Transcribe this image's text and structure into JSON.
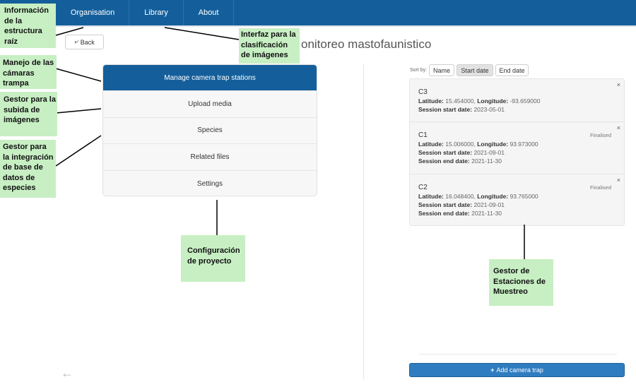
{
  "nav": {
    "items": [
      {
        "label": "Organisation"
      },
      {
        "label": "Library"
      },
      {
        "label": "About"
      }
    ]
  },
  "back_button": {
    "label": "Back"
  },
  "page_title": "onitoreo mastofaunistico",
  "menu": {
    "items": [
      {
        "label": "Manage camera trap stations",
        "active": true
      },
      {
        "label": "Upload media"
      },
      {
        "label": "Species"
      },
      {
        "label": "Related files"
      },
      {
        "label": "Settings"
      }
    ]
  },
  "sort": {
    "label": "Sort by:",
    "options": [
      {
        "label": "Name"
      },
      {
        "label": "Start date",
        "selected": true
      },
      {
        "label": "End date"
      }
    ]
  },
  "stations": [
    {
      "id": "C3",
      "latitude": "15.454000",
      "longitude": "-93.659000",
      "start": "2023-05-01",
      "end": null,
      "status": ""
    },
    {
      "id": "C1",
      "latitude": "15.006000",
      "longitude": "93.973000",
      "start": "2021-09-01",
      "end": "2021-11-30",
      "status": "Finalised"
    },
    {
      "id": "C2",
      "latitude": "16.048400",
      "longitude": "93.765000",
      "start": "2021-09-01",
      "end": "2021-11-30",
      "status": "Finalised"
    }
  ],
  "station_labels": {
    "latitude": "Latitude:",
    "longitude": "Longitude:",
    "start": "Session start date:",
    "end": "Session end date:",
    "close": "×"
  },
  "add_camera_trap": {
    "label": "Add camera trap"
  },
  "annotations": [
    {
      "text": "Información de la estructura raíz"
    },
    {
      "text": "Manejo de las cámaras trampa"
    },
    {
      "text": "Gestor para la subida de imágenes"
    },
    {
      "text": "Gestor para la integración de base de datos de especies"
    },
    {
      "text": "Interfaz para la clasificación de imágenes"
    },
    {
      "text": "Configuración de proyecto"
    },
    {
      "text": "Gestor de Estaciones de Muestreo"
    }
  ],
  "colors": {
    "nav_bg": "#145f9b",
    "active_menu": "#145f9b",
    "add_button": "#2f7dc0",
    "annotation_bg": "#c7efc3"
  },
  "icons": {
    "back": "back-arrow-icon",
    "add": "plus-icon",
    "close": "close-icon",
    "left_arrow": "left-arrow-icon"
  }
}
